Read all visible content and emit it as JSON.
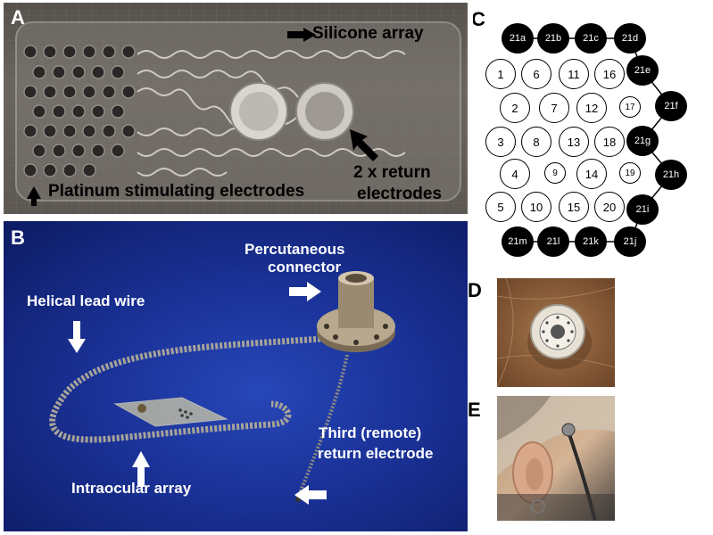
{
  "panel_a": {
    "label": "A",
    "annotations": {
      "silicone": "Silicone array",
      "platinum": "Platinum stimulating electrodes",
      "return_line1": "2 x return",
      "return_line2": "electrodes"
    }
  },
  "panel_b": {
    "label": "B",
    "annotations": {
      "percutaneous_line1": "Percutaneous",
      "percutaneous_line2": "connector",
      "helical": "Helical lead wire",
      "third_line1": "Third (remote)",
      "third_line2": "return electrode",
      "intraocular": "Intraocular array"
    }
  },
  "panel_c": {
    "label": "C",
    "electrodes_white": [
      "1",
      "2",
      "3",
      "4",
      "5",
      "6",
      "7",
      "8",
      "9",
      "10",
      "11",
      "12",
      "13",
      "14",
      "15",
      "16",
      "17",
      "18",
      "19",
      "20"
    ],
    "electrodes_black": [
      "21a",
      "21b",
      "21c",
      "21d",
      "21e",
      "21f",
      "21g",
      "21h",
      "21i",
      "21j",
      "21k",
      "21l",
      "21m"
    ]
  },
  "panel_d": {
    "label": "D"
  },
  "panel_e": {
    "label": "E"
  },
  "colors": {
    "arrow_white": "#ffffff",
    "arrow_black": "#000000",
    "background_b": "#1a3196"
  }
}
